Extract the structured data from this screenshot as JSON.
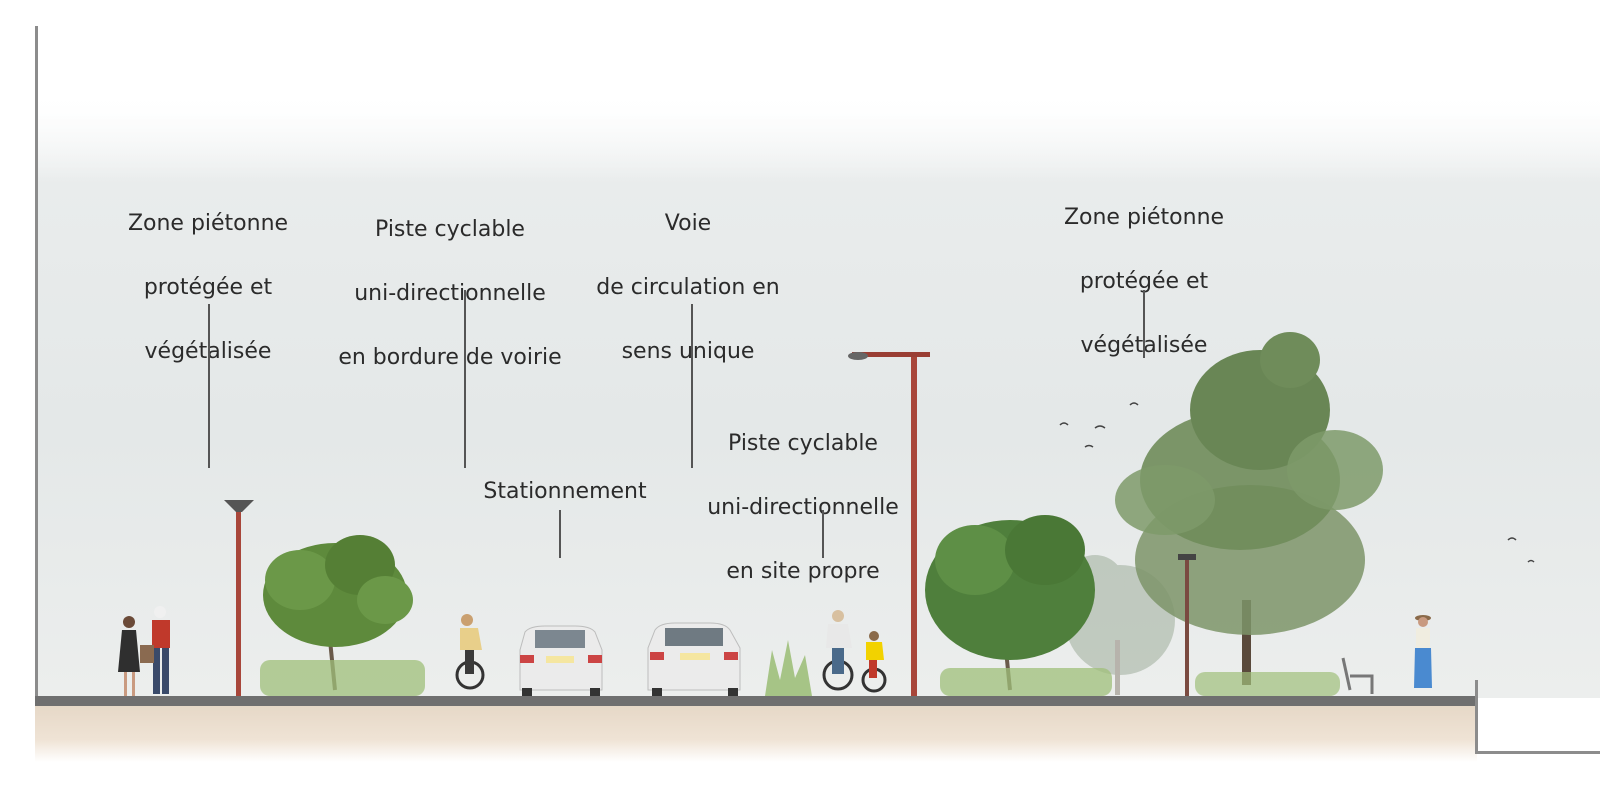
{
  "labels": {
    "zone_left": [
      "Zone piétonne",
      "protégée et",
      "végétalisée"
    ],
    "piste_bordure": [
      "Piste cyclable",
      "uni-directionnelle",
      "en bordure de voirie"
    ],
    "voie": [
      "Voie",
      "de circulation en",
      "sens unique"
    ],
    "stationnement": [
      "Stationnement"
    ],
    "piste_site_propre": [
      "Piste cyclable",
      "uni-directionnelle",
      "en site propre"
    ],
    "zone_right": [
      "Zone piétonne",
      "protégée et",
      "végétalisée"
    ]
  },
  "colors": {
    "lamp_post": "#a8463a",
    "tree_green": "#5f8a3c",
    "pine_green": "#6f8c5a",
    "car": "#e8e8e8",
    "text": "#2b2b2b"
  }
}
